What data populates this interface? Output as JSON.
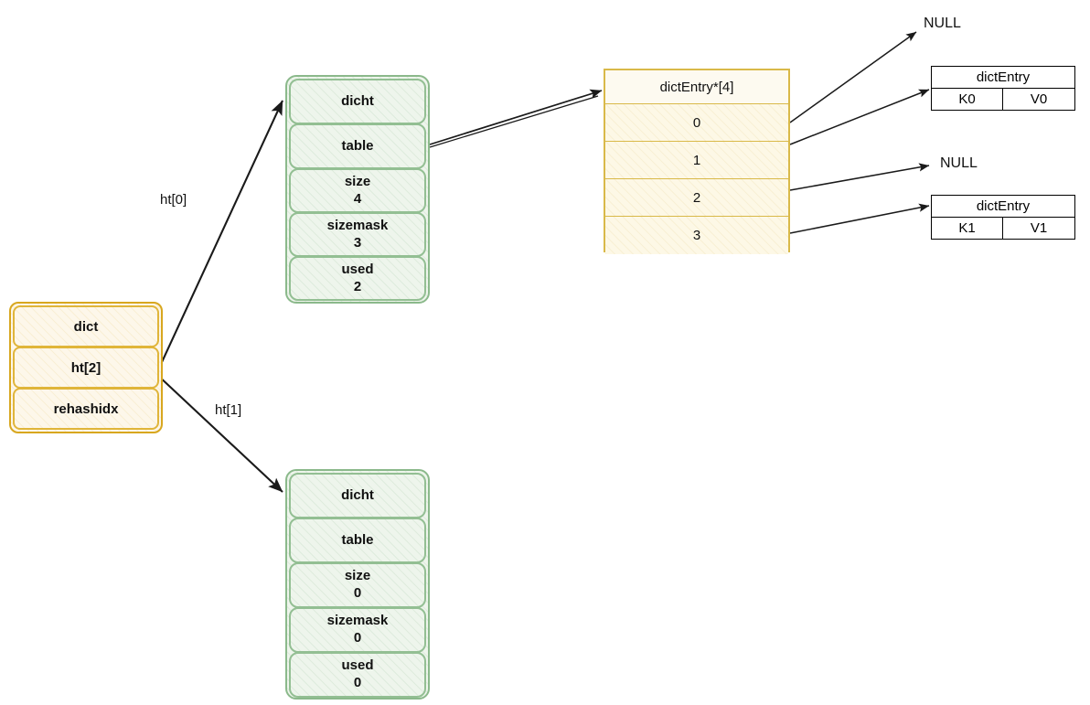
{
  "diagram": {
    "title": "redis dict / dictht / dictEntry structure",
    "colors": {
      "amber_border": "#d8a71f",
      "amber_fill": "#fdf7ea",
      "green_border": "#8bb98b",
      "green_fill": "#eef5ec",
      "table_border": "#d9b949",
      "table_fill": "#fdf8e6",
      "entry_border": "#000000",
      "arrow": "#1a1a1a",
      "text": "#111111"
    }
  },
  "dict_struct": {
    "name": "dict",
    "rows": [
      {
        "label": "dict"
      },
      {
        "label": "ht[2]"
      },
      {
        "label": "rehashidx"
      }
    ]
  },
  "ht0_struct": {
    "name": "dictht-0",
    "rows": [
      {
        "label": "dicht",
        "value": ""
      },
      {
        "label": "table",
        "value": ""
      },
      {
        "label": "size",
        "value": "4"
      },
      {
        "label": "sizemask",
        "value": "3"
      },
      {
        "label": "used",
        "value": "2"
      }
    ]
  },
  "ht1_struct": {
    "name": "dictht-1",
    "rows": [
      {
        "label": "dicht",
        "value": ""
      },
      {
        "label": "table",
        "value": ""
      },
      {
        "label": "size",
        "value": "0"
      },
      {
        "label": "sizemask",
        "value": "0"
      },
      {
        "label": "used",
        "value": "0"
      }
    ]
  },
  "bucket_table": {
    "header": "dictEntry*[4]",
    "rows": [
      "0",
      "1",
      "2",
      "3"
    ]
  },
  "entries": [
    {
      "header": "dictEntry",
      "key": "K0",
      "value": "V0"
    },
    {
      "header": "dictEntry",
      "key": "K1",
      "value": "V1"
    }
  ],
  "null_labels": [
    {
      "text": "NULL"
    },
    {
      "text": "NULL"
    }
  ],
  "edge_labels": [
    {
      "text": "ht[0]"
    },
    {
      "text": "ht[1]"
    }
  ]
}
